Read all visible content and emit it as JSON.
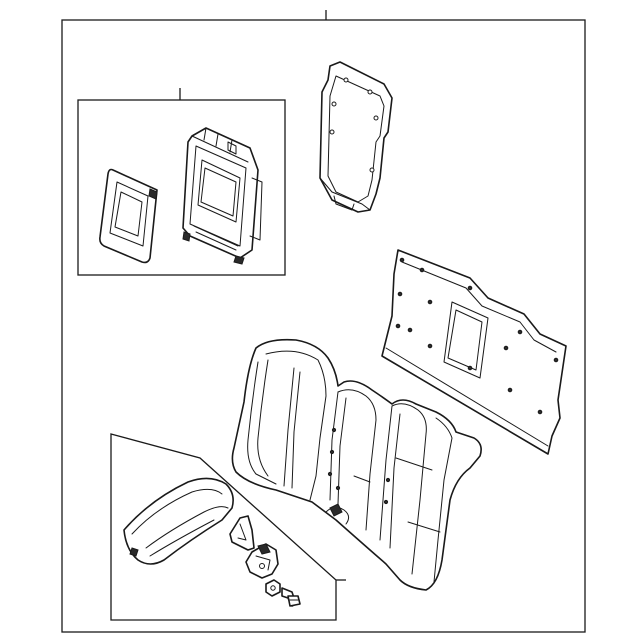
{
  "diagram": {
    "parts": [
      "seat-back-assembly",
      "lumbar-frame-kit",
      "seat-back-cover-panel",
      "rear-seat-back-panel",
      "seat-back-cushion",
      "armrest-kit"
    ]
  }
}
